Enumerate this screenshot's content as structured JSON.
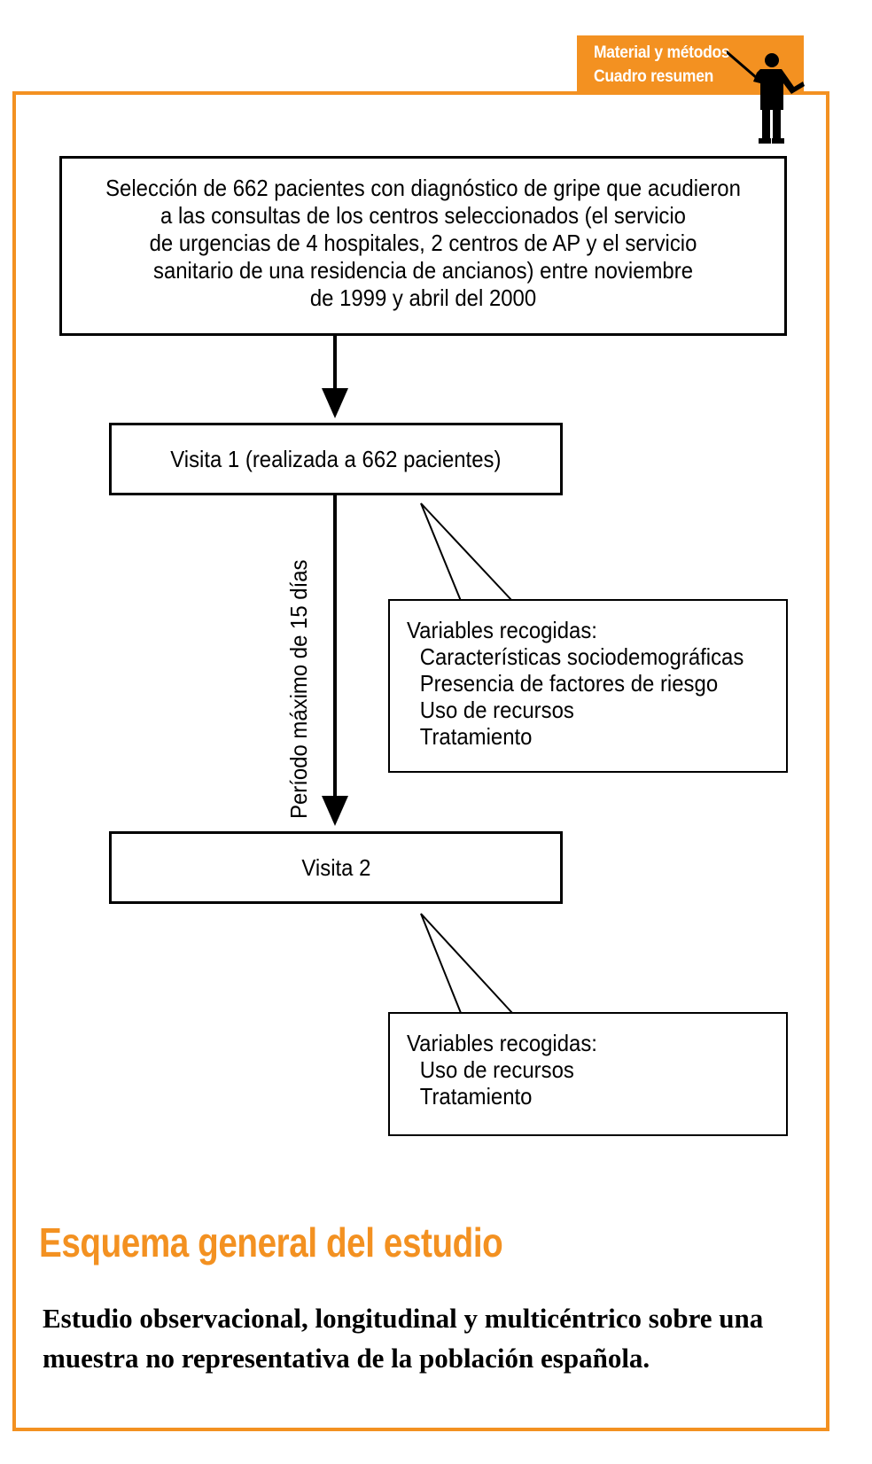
{
  "tag": {
    "line1": "Material y métodos",
    "line2": "Cuadro resumen"
  },
  "flow": {
    "selection_text": "Selección de 662 pacientes con diagnóstico de gripe que acudieron a las consultas de los centros seleccionados (el servicio de urgencias de 4 hospitales, 2 centros de AP y el servicio sanitario de una residencia de ancianos) entre noviembre de 1999 y abril del 2000",
    "selection_lines": [
      "Selección de 662 pacientes con diagnóstico de gripe que acudieron",
      "a las consultas de los centros seleccionados (el servicio",
      "de urgencias de 4 hospitales, 2 centros de AP y el servicio",
      "sanitario de una residencia de ancianos) entre noviembre",
      "de 1999 y abril del 2000"
    ],
    "visit1": "Visita 1 (realizada a 662 pacientes)",
    "period_label": "Período máximo de 15 días",
    "visit2": "Visita 2",
    "visit1_variables": {
      "title": "Variables recogidas:",
      "items": [
        "Características sociodemográficas",
        "Presencia de factores de riesgo",
        "Uso de recursos",
        "Tratamiento"
      ]
    },
    "visit2_variables": {
      "title": "Variables recogidas:",
      "items": [
        "Uso de recursos",
        "Tratamiento"
      ]
    }
  },
  "heading": "Esquema general del estudio",
  "description": "Estudio observacional, longitudinal y multicéntrico sobre una muestra no representativa de la población española.",
  "colors": {
    "accent": "#f39121",
    "text": "#000000"
  },
  "icons": {
    "presenter": "presenter-pointing-icon"
  }
}
